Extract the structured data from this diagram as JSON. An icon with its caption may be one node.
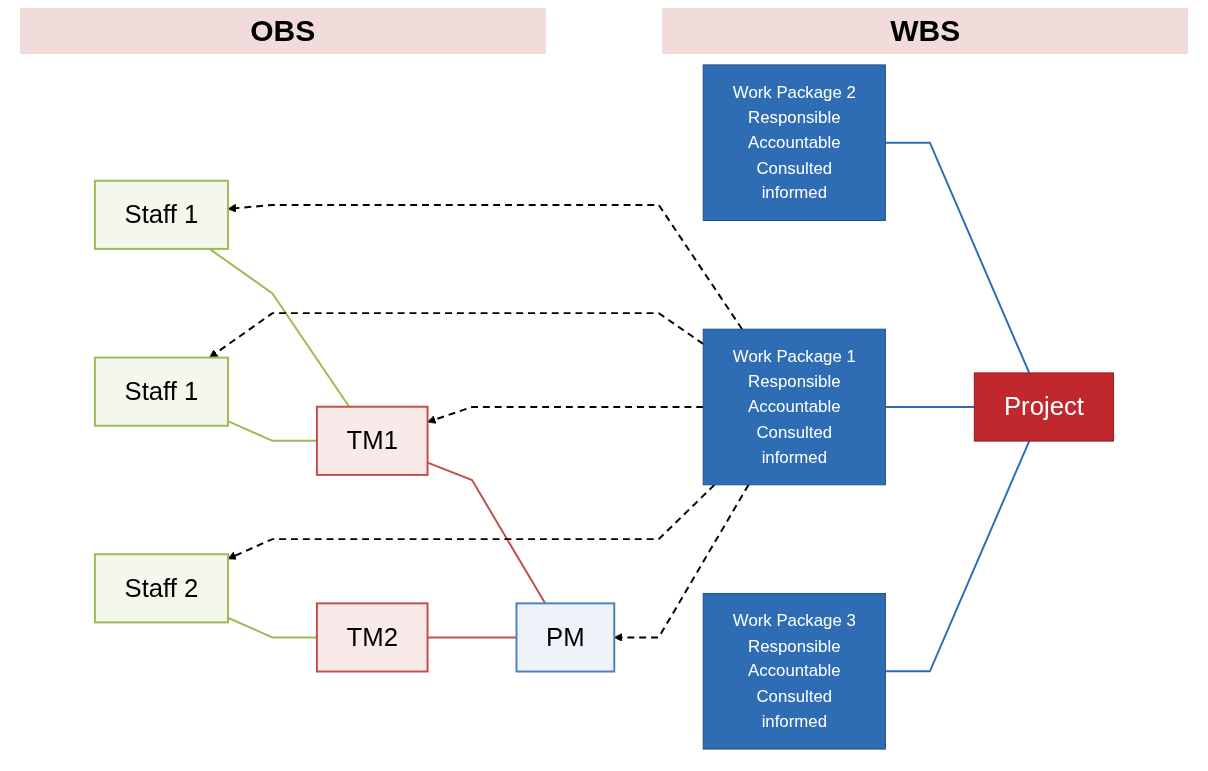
{
  "diagram": {
    "nodes": [
      {
        "text": [
          "PM"
        ]
      },
      {
        "text": [
          "TM1"
        ]
      },
      {
        "text": [
          "TM2"
        ]
      },
      {
        "text": [
          "Staff 1"
        ]
      },
      {
        "text": [
          "Staff 1"
        ]
      },
      {
        "text": [
          "Staff 2"
        ]
      },
      {
        "text": [
          "Work Package 1",
          "Responsible",
          "Accountable",
          "Consulted",
          "informed"
        ]
      },
      {
        "text": [
          "Work Package 2",
          "Responsible",
          "Accountable",
          "Consulted",
          "informed"
        ]
      },
      {
        "text": [
          "Work Package 3",
          "Responsible",
          "Accountable",
          "Consulted",
          "informed"
        ]
      },
      {
        "text": [
          "Project"
        ]
      }
    ],
    "edges": [
      {
        "from": 0,
        "to": 1,
        "arrow": "none",
        "color": "#c0504d"
      },
      {
        "from": 0,
        "to": 2,
        "arrow": "none",
        "color": "#c0504d"
      },
      {
        "from": 1,
        "to": 3,
        "arrow": "none",
        "color": "#9bbb59"
      },
      {
        "from": 1,
        "to": 4,
        "arrow": "none",
        "color": "#9bbb59"
      },
      {
        "from": 2,
        "to": 5,
        "arrow": "none",
        "color": "#9bbb59"
      },
      {
        "from": 9,
        "to": 6,
        "arrow": "none",
        "color": "#2e6db4"
      },
      {
        "from": 9,
        "to": 7,
        "arrow": "none",
        "color": "#2e6db4"
      },
      {
        "from": 9,
        "to": 8,
        "arrow": "none",
        "color": "#2e6db4"
      },
      {
        "from": 6,
        "to": 0,
        "arrow": "to",
        "style": "dashed"
      },
      {
        "from": 6,
        "to": 1,
        "arrow": "to",
        "style": "dashed"
      },
      {
        "from": 6,
        "to": 3,
        "arrow": "to",
        "style": "dashed"
      },
      {
        "from": 6,
        "to": 4,
        "arrow": "to",
        "style": "dashed"
      },
      {
        "from": 6,
        "to": 5,
        "arrow": "to",
        "style": "dashed"
      }
    ],
    "labels": [
      "OBS",
      "WBS"
    ]
  }
}
